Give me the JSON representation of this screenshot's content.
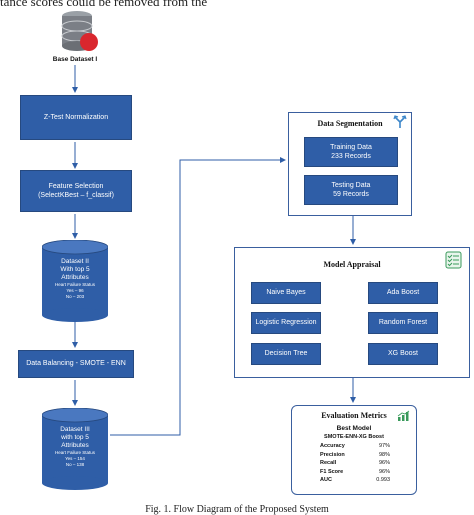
{
  "top_text": "tance scores could be removed from the",
  "base_dataset": "Base Dataset I",
  "steps": {
    "ztest": "Z-Test Normalization",
    "feature_line1": "Feature Selection",
    "feature_line2": "(SelectKBest – f_classif)",
    "balancing": "Data Balancing - SMOTE - ENN"
  },
  "dataset2": {
    "line1": "Dataset II",
    "line2": "With top 5",
    "line3": "Attributes",
    "status": "Heart Failure Status",
    "yes": "Yes – 96",
    "no": "No – 203"
  },
  "dataset3": {
    "line1": "Dataset III",
    "line2": "with top 5",
    "line3": "Attributes",
    "status": "Heart Failure Status",
    "yes": "Yes – 154",
    "no": "No – 138"
  },
  "segmentation": {
    "title": "Data Segmentation",
    "training_title": "Training Data",
    "training_records": "233 Records",
    "testing_title": "Testing Data",
    "testing_records": "59 Records"
  },
  "appraisal": {
    "title": "Model Appraisal",
    "models": [
      "Naive Bayes",
      "Ada Boost",
      "Logistic Regression",
      "Random Forest",
      "Decision Tree",
      "XG Boost"
    ]
  },
  "evaluation": {
    "title": "Evaluation Metrics",
    "best_model": "Best Model",
    "best_name": "SMOTE-ENN-XG Boost",
    "metrics": [
      {
        "name": "Accuracy",
        "value": "97%"
      },
      {
        "name": "Precision",
        "value": "98%"
      },
      {
        "name": "Recall",
        "value": "96%"
      },
      {
        "name": "F1 Score",
        "value": "96%"
      },
      {
        "name": "AUC",
        "value": "0.993"
      }
    ]
  },
  "caption": "Fig. 1.  Flow Diagram of the Proposed System",
  "colors": {
    "box_blue": "#2f5ea7",
    "db_red": "#d9272e",
    "db_grey": "#7b7f86",
    "panel_border": "#3a5f9e",
    "icon_green": "#3a9a5b"
  }
}
